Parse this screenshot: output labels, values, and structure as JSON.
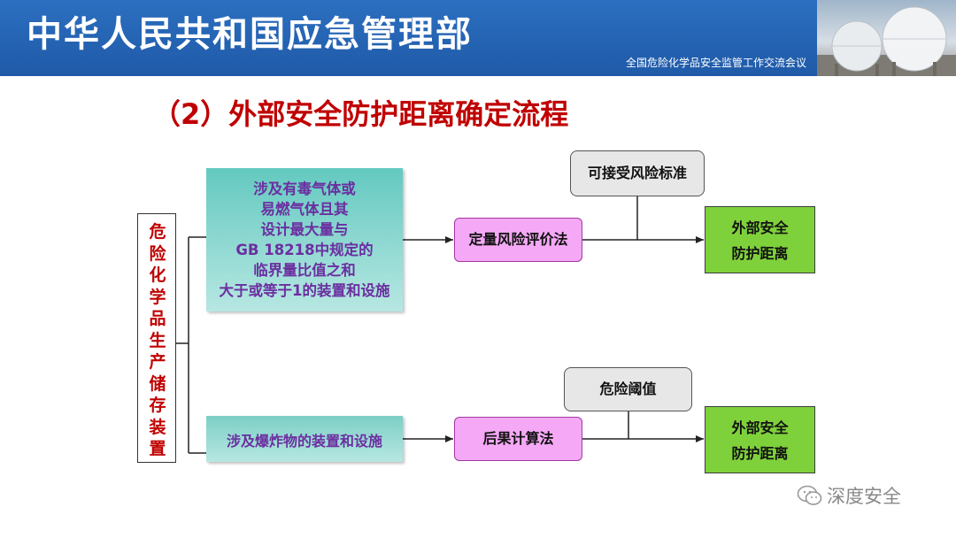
{
  "header": {
    "title": "中华人民共和国应急管理部",
    "subtitle": "全国危险化学品安全监管工作交流会议"
  },
  "page_title": "（2）外部安全防护距离确定流程",
  "left_box": {
    "label": "危险化学品生产储存装置"
  },
  "conditions": {
    "top": [
      "涉及有毒气体或",
      "易燃气体且其",
      "设计最大量与",
      "GB 18218中规定的",
      "临界量比值之和",
      "大于或等于1的装置和设施"
    ],
    "bottom": "涉及爆炸物的装置和设施"
  },
  "methods": {
    "top": "定量风险评价法",
    "bottom": "后果计算法"
  },
  "criteria": {
    "top": "可接受风险标准",
    "bottom": "危险阈值"
  },
  "results": {
    "top": [
      "外部安全",
      "防护距离"
    ],
    "bottom": [
      "外部安全",
      "防护距离"
    ]
  },
  "watermark": "深度安全",
  "colors": {
    "header_blue": "#1f5aa8",
    "title_red": "#c00000",
    "method_pink": "#f5a8f5",
    "result_green": "#7fd13b",
    "condition_teal": "#63c9c0",
    "condition_text": "#6b2fa0"
  }
}
